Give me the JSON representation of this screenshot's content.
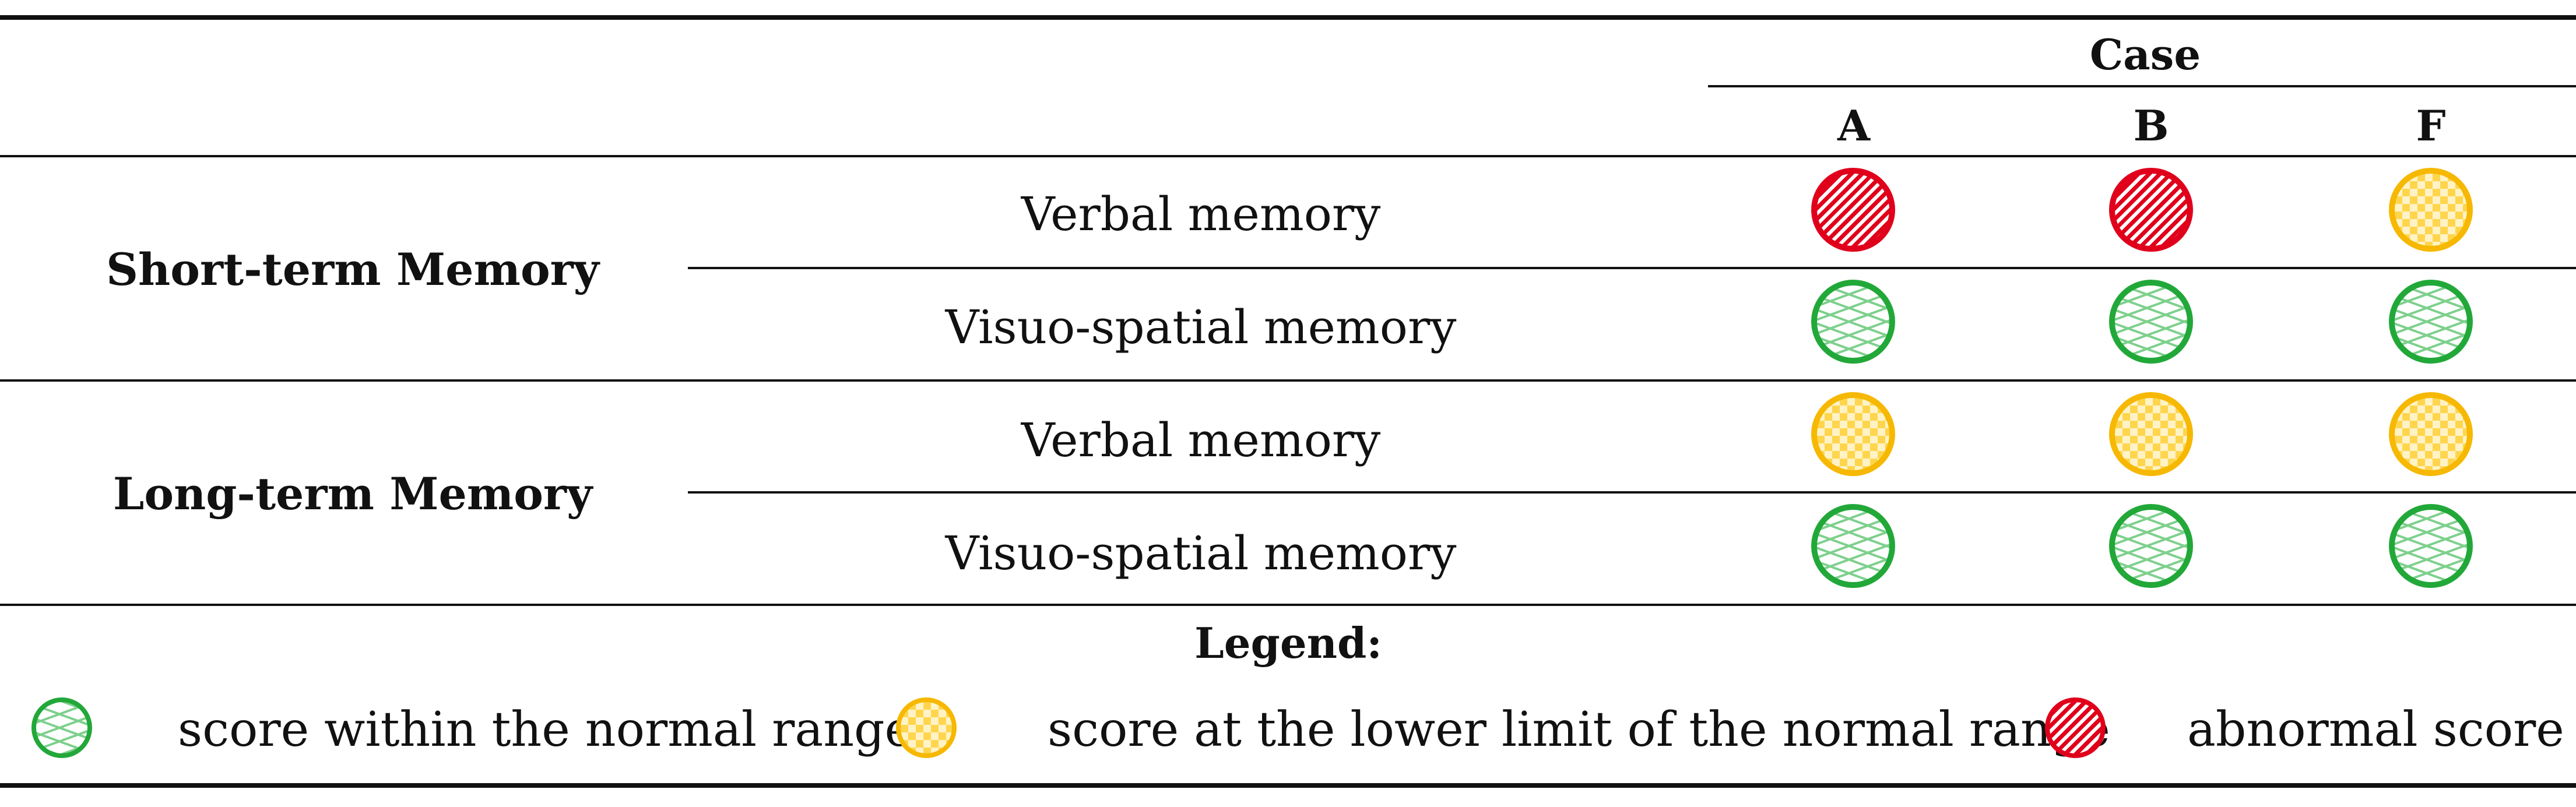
{
  "header": {
    "case_label": "Case",
    "columns": [
      "A",
      "B",
      "F"
    ]
  },
  "groups": [
    {
      "label": "Short-term Memory",
      "rows": [
        {
          "label": "Verbal memory",
          "scores": [
            "abnormal",
            "abnormal",
            "lower"
          ]
        },
        {
          "label": "Visuo-spatial memory",
          "scores": [
            "normal",
            "normal",
            "normal"
          ]
        }
      ]
    },
    {
      "label": "Long-term Memory",
      "rows": [
        {
          "label": "Verbal memory",
          "scores": [
            "lower",
            "lower",
            "lower"
          ]
        },
        {
          "label": "Visuo-spatial memory",
          "scores": [
            "normal",
            "normal",
            "normal"
          ]
        }
      ]
    }
  ],
  "legend": {
    "title": "Legend:",
    "items": [
      {
        "key": "normal",
        "label": "score within the normal range"
      },
      {
        "key": "lower",
        "label": "score at the lower limit of the normal range"
      },
      {
        "key": "abnormal",
        "label": "abnormal score"
      }
    ]
  },
  "colors": {
    "normal": "#22a839",
    "lower": "#f6b800",
    "abnormal": "#e0001b"
  }
}
